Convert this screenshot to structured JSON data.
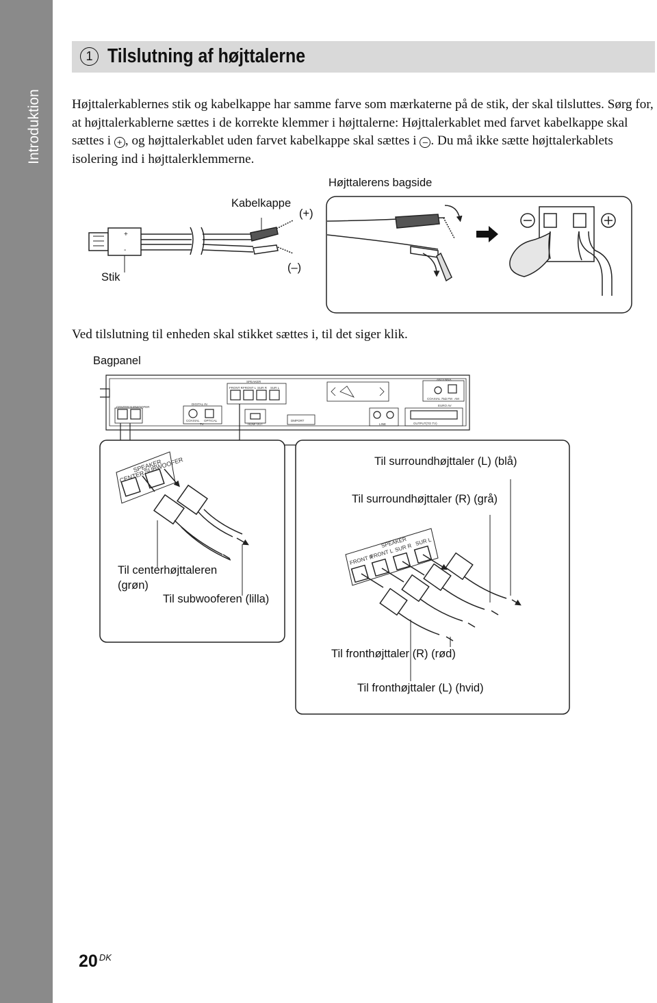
{
  "sidebar": {
    "section": "Introduktion"
  },
  "heading": {
    "number": "1",
    "title": "Tilslutning af højttalerne"
  },
  "intro": {
    "p1": "Højttalerkablernes stik og kabelkappe har samme farve som mærkaterne på de stik, der skal tilsluttes. Sørg for, at højttalerkablerne sættes i de korrekte klemmer i højttalerne: Højttalerkablet med farvet kabelkappe skal sættes i",
    "plus_symbol": "+",
    "p2": ", og højttalerkablet uden farvet kabelkappe skal sættes i",
    "minus_symbol": "–",
    "p3": ". Du må ikke sætte højttalerkablets isolering ind i højttalerklemmerne."
  },
  "cable_figure": {
    "kabelkappe": "Kabelkappe",
    "plus": "(+)",
    "minus": "(–)",
    "stik": "Stik",
    "bagside": "Højttalerens bagside"
  },
  "click_note": "Ved tilslutning til enheden skal stikket sættes i, til det siger klik.",
  "back_panel": {
    "label": "Bagpanel",
    "speaker_group": "SPEAKER",
    "speaker_jacks": [
      "FRONT R",
      "FRONT L",
      "SUR R",
      "SUR L"
    ],
    "center_jacks": [
      "CENTER",
      "SUBWOOFER"
    ],
    "digital_in": "DIGITAL IN",
    "coaxial": "COAXIAL",
    "optical": "OPTICAL",
    "tv": "TV",
    "hdmi_out": "HDMI OUT",
    "antenna": "ANTENNA",
    "coaxial_fm": "COAXIAL 75Ω FM",
    "am": "AM",
    "euro_av": "EURO AV",
    "output_tv": "OUTPUT(TO TV)",
    "line": "LINE",
    "dmport": "DMPORT"
  },
  "left_callout": {
    "speaker": "SPEAKER",
    "center": "CENTER",
    "subwoofer": "SUBWOOFER",
    "to_center": "Til centerhøjttaleren\n(grøn)",
    "to_subwoofer": "Til subwooferen (lilla)"
  },
  "right_callout": {
    "speaker": "SPEAKER",
    "jacks": [
      "FRONT R",
      "FRONT L",
      "SUR R",
      "SUR L"
    ],
    "to_surround_l": "Til surroundhøjttaler (L) (blå)",
    "to_surround_r": "Til surroundhøjttaler (R) (grå)",
    "to_front_r": "Til fronthøjttaler (R) (rød)",
    "to_front_l": "Til fronthøjttaler (L) (hvid)"
  },
  "page": {
    "number": "20",
    "suffix": "DK"
  }
}
